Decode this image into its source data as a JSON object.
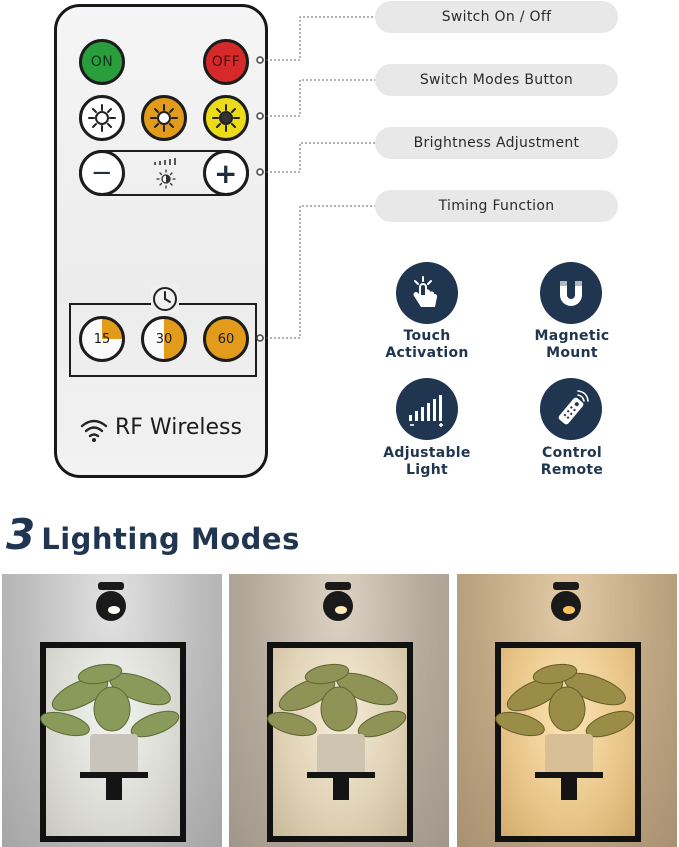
{
  "remote": {
    "on_label": "ON",
    "off_label": "OFF",
    "minus_label": "−",
    "plus_label": "+",
    "timers": [
      "15",
      "30",
      "60"
    ],
    "rf_label": "RF Wireless"
  },
  "callouts": [
    "Switch On / Off",
    "Switch Modes Button",
    "Brightness Adjustment",
    "Timing Function"
  ],
  "features": [
    {
      "label": "Touch\nActivation",
      "line1": "Touch",
      "line2": "Activation",
      "icon": "touch-icon"
    },
    {
      "label": "Magnetic Mount",
      "line1": "Magnetic",
      "line2": "Mount",
      "icon": "magnet-icon"
    },
    {
      "label": "Adjustable Light",
      "line1": "Adjustable",
      "line2": "Light",
      "icon": "brightness-bars-icon"
    },
    {
      "label": "Control Remote",
      "line1": "Control",
      "line2": "Remote",
      "icon": "remote-icon"
    }
  ],
  "heading": {
    "number": "3",
    "text": "Lighting Modes"
  },
  "colors": {
    "navy": "#1f3550",
    "on_green": "#2a9d3c",
    "off_red": "#d62a2a",
    "warm_orange": "#e39b1b",
    "yellow": "#ecdb18",
    "pill_gray": "#e8e8e8"
  }
}
